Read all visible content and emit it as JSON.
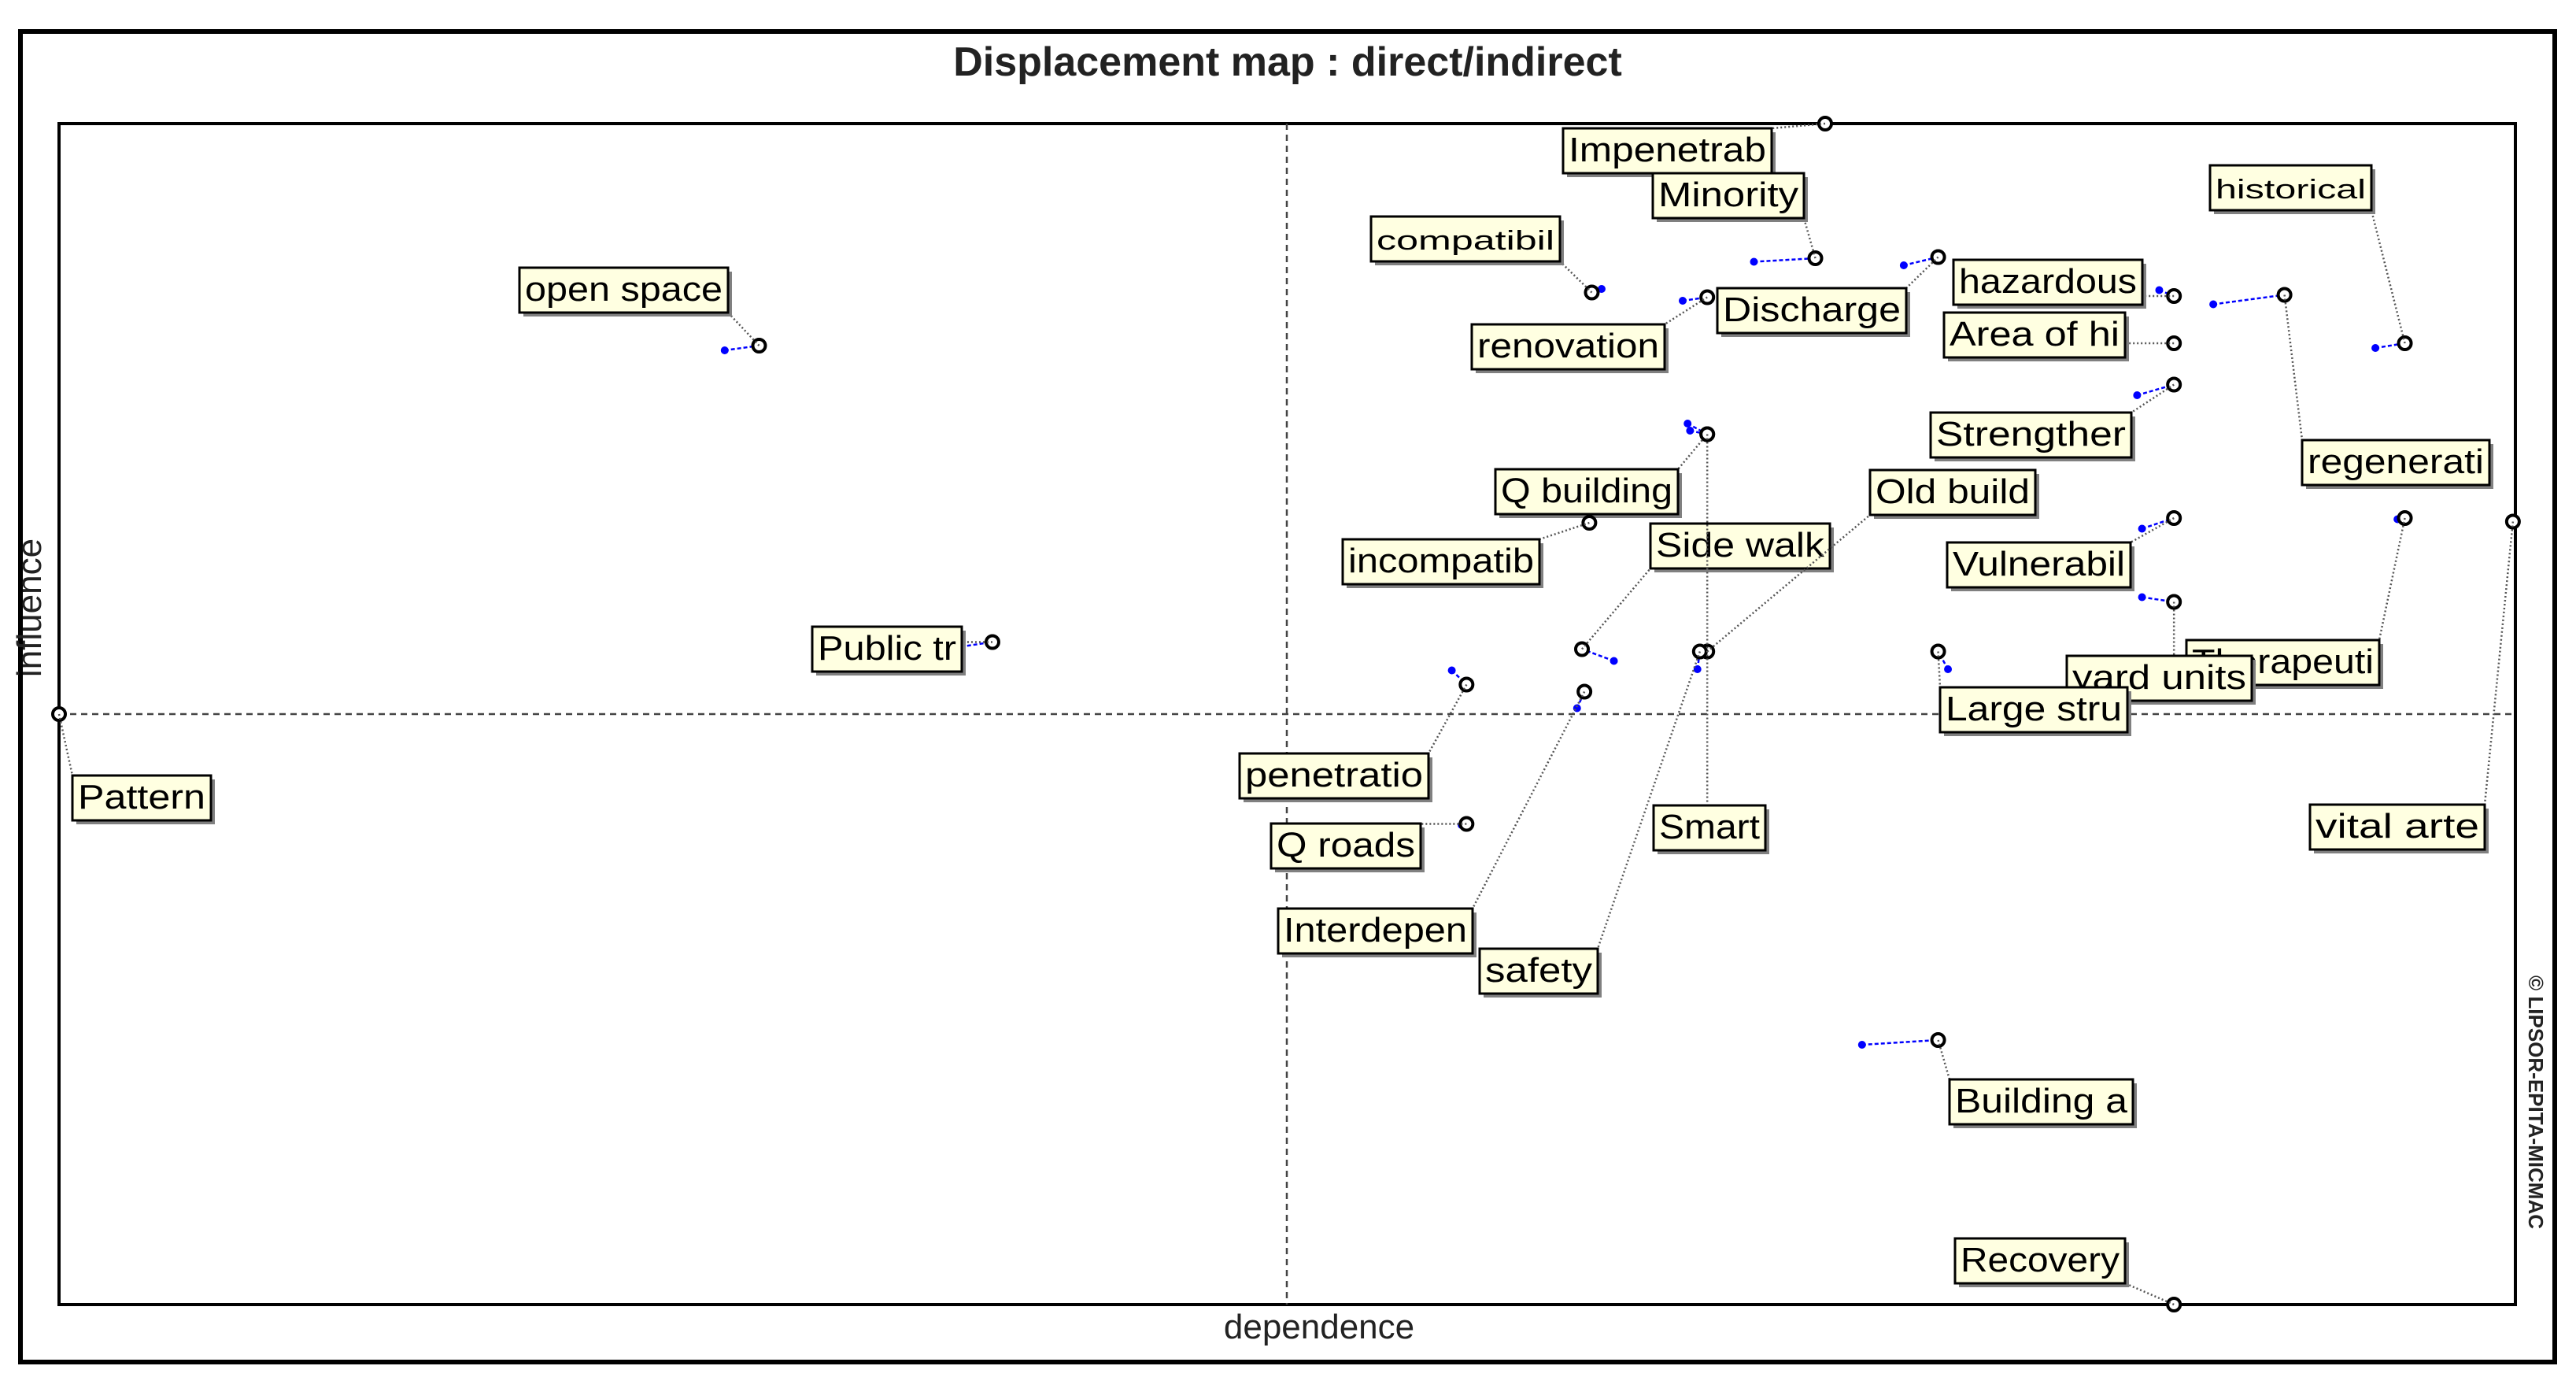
{
  "chart_data": {
    "type": "scatter",
    "title": "Displacement map :  direct/indirect",
    "xlabel": "dependence",
    "ylabel": "influence",
    "watermark": "© LIPSOR-EPITA-MICMAC",
    "grid": false,
    "legend": "none",
    "axis_ticks": "none",
    "colors": {
      "frame": "#000000",
      "label_fill": "#ffffe1",
      "label_border": "#000000",
      "shadow": "#808080",
      "direct_marker": "#0000ff",
      "indirect_marker": "#000000",
      "dotted_leader": "#555555"
    },
    "points": [
      {
        "label": "Pattern",
        "direct": [
          0,
          0.5
        ],
        "indirect": [
          0,
          0.5
        ]
      },
      {
        "label": "open space",
        "direct": [
          0.271,
          0.808
        ],
        "indirect": [
          0.285,
          0.812
        ]
      },
      {
        "label": "Public tr",
        "direct": [
          0.357,
          0.554
        ],
        "indirect": [
          0.38,
          0.561
        ]
      },
      {
        "label": "Impenetrab",
        "direct": [
          0.719,
          1.0
        ],
        "indirect": [
          0.719,
          1.0
        ]
      },
      {
        "label": "Minority",
        "direct": [
          0.69,
          0.883
        ],
        "indirect": [
          0.715,
          0.886
        ]
      },
      {
        "label": "compatibil",
        "direct": [
          0.628,
          0.86
        ],
        "indirect": [
          0.624,
          0.857
        ]
      },
      {
        "label": "renovation",
        "direct": [
          0.661,
          0.85
        ],
        "indirect": [
          0.671,
          0.853
        ]
      },
      {
        "label": "Discharge",
        "direct": [
          0.751,
          0.88
        ],
        "indirect": [
          0.765,
          0.887
        ]
      },
      {
        "label": "hazardous",
        "direct": [
          0.855,
          0.859
        ],
        "indirect": [
          0.861,
          0.854
        ]
      },
      {
        "label": "Area of hi",
        "direct": [
          0.861,
          0.814
        ],
        "indirect": [
          0.861,
          0.814
        ]
      },
      {
        "label": "historical",
        "direct": [
          0.943,
          0.81
        ],
        "indirect": [
          0.955,
          0.814
        ]
      },
      {
        "label": "Strengther",
        "direct": [
          0.846,
          0.77
        ],
        "indirect": [
          0.861,
          0.779
        ]
      },
      {
        "label": "regenerati",
        "direct": [
          0.877,
          0.847
        ],
        "indirect": [
          0.906,
          0.855
        ]
      },
      {
        "label": "Q building",
        "direct": [
          0.663,
          0.746
        ],
        "indirect": [
          0.671,
          0.737
        ]
      },
      {
        "label": "incompatib",
        "direct": [
          0.623,
          0.662
        ],
        "indirect": [
          0.623,
          0.662
        ]
      },
      {
        "label": "Side walk",
        "direct": [
          0.633,
          0.545
        ],
        "indirect": [
          0.62,
          0.555
        ]
      },
      {
        "label": "Old build",
        "direct": [
          0.671,
          0.553
        ],
        "indirect": [
          0.671,
          0.553
        ]
      },
      {
        "label": "Vulnerabil",
        "direct": [
          0.848,
          0.657
        ],
        "indirect": [
          0.861,
          0.666
        ]
      },
      {
        "label": "Therapeuti",
        "direct": [
          0.952,
          0.665
        ],
        "indirect": [
          0.955,
          0.666
        ]
      },
      {
        "label": "yard units",
        "direct": [
          0.848,
          0.599
        ],
        "indirect": [
          0.861,
          0.595
        ]
      },
      {
        "label": "Large stru",
        "direct": [
          0.769,
          0.538
        ],
        "indirect": [
          0.765,
          0.553
        ]
      },
      {
        "label": "penetratio",
        "direct": [
          0.567,
          0.537
        ],
        "indirect": [
          0.573,
          0.525
        ]
      },
      {
        "label": "Q roads",
        "direct": [
          0.571,
          0.406
        ],
        "indirect": [
          0.573,
          0.407
        ]
      },
      {
        "label": "Interdepen",
        "direct": [
          0.618,
          0.505
        ],
        "indirect": [
          0.621,
          0.519
        ]
      },
      {
        "label": "safety",
        "direct": [
          0.667,
          0.538
        ],
        "indirect": [
          0.668,
          0.553
        ]
      },
      {
        "label": "Smart",
        "direct": [
          0.664,
          0.74
        ],
        "indirect": [
          0.671,
          0.737
        ]
      },
      {
        "label": "vital arte",
        "direct": [
          0.999,
          0.663
        ],
        "indirect": [
          0.999,
          0.663
        ]
      },
      {
        "label": "Building a",
        "direct": [
          0.734,
          0.22
        ],
        "indirect": [
          0.765,
          0.224
        ]
      },
      {
        "label": "Recovery",
        "direct": [
          0.861,
          0.0
        ],
        "indirect": [
          0.861,
          0.0
        ]
      }
    ]
  }
}
